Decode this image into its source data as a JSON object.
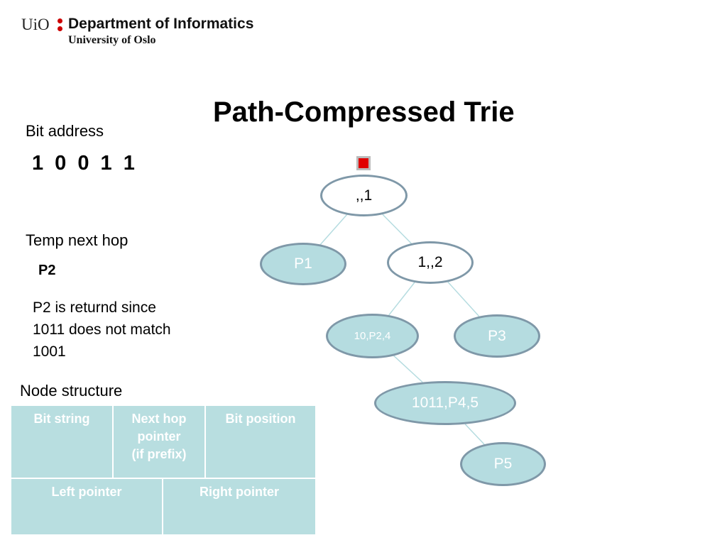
{
  "header": {
    "logo_mark": "UiO",
    "department": "Department of Informatics",
    "university": "University of Oslo"
  },
  "slide": {
    "title": "Path-Compressed Trie"
  },
  "left_panel": {
    "bit_address_label": "Bit address",
    "bit_address_value": "1 0 0 1 1",
    "temp_next_hop_label": "Temp next hop",
    "temp_next_hop_value": "P2",
    "explanation_lines": [
      "P2 is returnd since",
      "1011 does not match",
      "1001"
    ],
    "node_structure_label": "Node structure"
  },
  "node_structure": {
    "row1": [
      "Bit string",
      "Next hop\npointer\n(if prefix)",
      "Bit position"
    ],
    "row2": [
      "Left pointer",
      "Right pointer"
    ]
  },
  "trie": {
    "nodes": {
      "root": ",,1",
      "p1": "P1",
      "n12": "1,,2",
      "n10p24": "10,P2,4",
      "p3": "P3",
      "n1011p45": "1011,P4,5",
      "p5": "P5"
    },
    "edges": [
      [
        "root",
        "p1"
      ],
      [
        "root",
        "n12"
      ],
      [
        "n12",
        "n10p24"
      ],
      [
        "n12",
        "p3"
      ],
      [
        "n10p24",
        "n1011p45"
      ],
      [
        "n1011p45",
        "p5"
      ]
    ],
    "edge_color": "#b5dce0",
    "current_marker_color": "#e00000"
  }
}
